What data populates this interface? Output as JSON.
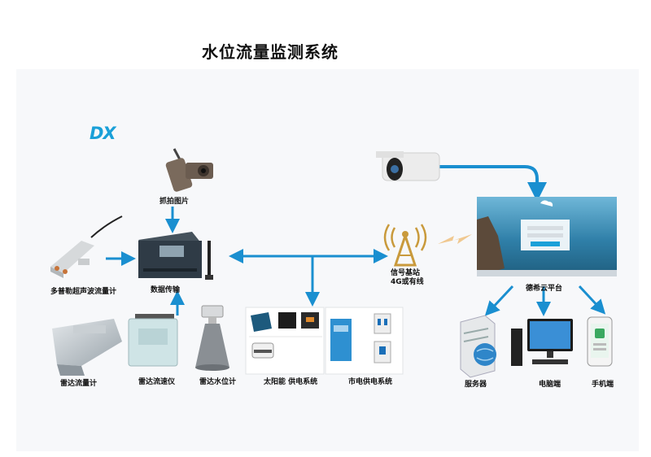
{
  "title": "水位流量监测系统",
  "logo": "DX",
  "labels": {
    "capture": "抓拍图片",
    "doppler": "多普勒超声波流量计",
    "data_transfer": "数据传输",
    "radar_flow_meter": "雷达流量计",
    "radar_velocity": "雷达流速仪",
    "radar_level": "雷达水位计",
    "solar": "太阳能 供电系统",
    "mains": "市电供电系统",
    "base_station": "信号基站 4G或有线",
    "cloud": "德希云平台",
    "server": "服务器",
    "pc": "电脑端",
    "mobile": "手机端"
  },
  "colors": {
    "arrow": "#1a8fd0",
    "device_dark": "#2f3b46",
    "tower": "#c99a3c",
    "accent": "#1aa0d8"
  }
}
